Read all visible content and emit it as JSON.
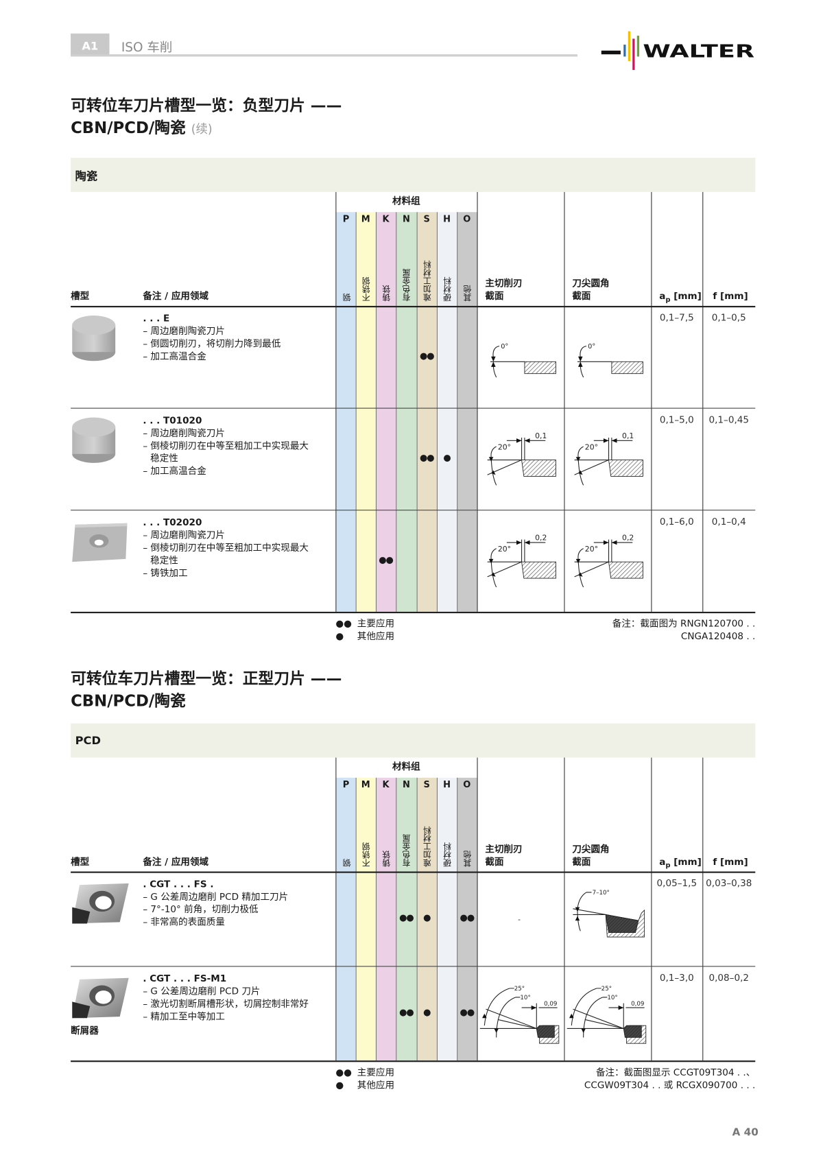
{
  "header": {
    "chapter": "A1",
    "section": "ISO 车削",
    "logo_text": "WALTER"
  },
  "page_number": "A 40",
  "material_colors": {
    "P": "#cfe3f5",
    "M": "#fdfbcc",
    "K": "#ecd0e6",
    "N": "#cfe5cf",
    "S": "#e9dfc7",
    "H": "#eef2f7",
    "O": "#c9c9c9"
  },
  "columns": {
    "group_title": "材料组",
    "geometry": "槽型",
    "remarks": "备注 / 应用领域",
    "materials": [
      {
        "letter": "P",
        "name": "钢"
      },
      {
        "letter": "M",
        "name": "不锈钢"
      },
      {
        "letter": "K",
        "name": "铸铁"
      },
      {
        "letter": "N",
        "name": "有色金属"
      },
      {
        "letter": "S",
        "name": "难加工材料"
      },
      {
        "letter": "H",
        "name": "硬材料"
      },
      {
        "letter": "O",
        "name": "其他"
      }
    ],
    "main_edge": [
      "主切削刃",
      "截面"
    ],
    "corner": [
      "刀尖圆角",
      "截面"
    ],
    "ap": "a",
    "ap_sub": "p",
    "ap_unit": " [mm]",
    "f": "f [mm]"
  },
  "legend": {
    "main_symbol": "●●",
    "main": "主要应用",
    "other_symbol": "●",
    "other": "其他应用"
  },
  "sections": [
    {
      "title_line1": "可转位车刀片槽型一览：负型刀片 ——",
      "title_line2": "CBN/PCD/陶瓷",
      "title_cont": "(续)",
      "band": "陶瓷",
      "rows": [
        {
          "code": ". . . E",
          "insert": "round",
          "lines": [
            "– 周边磨削陶瓷刀片",
            "– 倒圆切削刃，将切削力降到最低",
            "– 加工高温合金"
          ],
          "usage": {
            "S": "●●"
          },
          "main_diagram": {
            "type": "flat",
            "labels": [
              "0°"
            ]
          },
          "corner_diagram": {
            "type": "flat",
            "labels": [
              "0°"
            ]
          },
          "ap": "0,1–7,5",
          "f": "0,1–0,5"
        },
        {
          "code": ". . . T01020",
          "insert": "round",
          "lines": [
            "– 周边磨削陶瓷刀片",
            "– 倒棱切削刃在中等至粗加工中实现最大",
            "稳定性",
            "– 加工高温合金"
          ],
          "usage": {
            "S": "●●",
            "H": "●"
          },
          "main_diagram": {
            "type": "chamfer",
            "labels": [
              "20°",
              "0,1"
            ]
          },
          "corner_diagram": {
            "type": "chamfer",
            "labels": [
              "20°",
              "0,1"
            ]
          },
          "ap": "0,1–5,0",
          "f": "0,1–0,45"
        },
        {
          "code": ". . . T02020",
          "insert": "square",
          "lines": [
            "– 周边磨削陶瓷刀片",
            "– 倒棱切削刃在中等至粗加工中实现最大",
            "稳定性",
            "– 铸铁加工"
          ],
          "usage": {
            "K": "●●"
          },
          "main_diagram": {
            "type": "chamfer",
            "labels": [
              "20°",
              "0,2"
            ]
          },
          "corner_diagram": {
            "type": "chamfer",
            "labels": [
              "20°",
              "0,2"
            ]
          },
          "ap": "0,1–6,0",
          "f": "0,1–0,4"
        }
      ],
      "note": [
        "备注：截面图为 RNGN120700 . .",
        "CNGA120408 . ."
      ]
    },
    {
      "title_line1": "可转位车刀片槽型一览：正型刀片 ——",
      "title_line2": "CBN/PCD/陶瓷",
      "band": "PCD",
      "rows": [
        {
          "code": ". CGT . . . FS .",
          "insert": "pcd",
          "lines": [
            "– G 公差周边磨削 PCD 精加工刀片",
            "– 7°-10° 前角，切削力极低",
            "– 非常高的表面质量"
          ],
          "usage": {
            "N": "●●",
            "S": "●",
            "O": "●●"
          },
          "main_diagram": {
            "type": "none",
            "labels": [
              "-"
            ]
          },
          "corner_diagram": {
            "type": "rake",
            "labels": [
              "7–10°"
            ]
          },
          "ap": "0,05–1,5",
          "f": "0,03–0,38"
        },
        {
          "code": ". CGT . . . FS-M1",
          "insert": "pcd",
          "sub_label": "断屑器",
          "lines": [
            "– G 公差周边磨削 PCD 刀片",
            "– 激光切割断屑槽形状，切屑控制非常好",
            "– 精加工至中等加工"
          ],
          "usage": {
            "N": "●●",
            "S": "●",
            "O": "●●"
          },
          "main_diagram": {
            "type": "breaker",
            "labels": [
              "25°",
              "10°",
              "0,09"
            ]
          },
          "corner_diagram": {
            "type": "breaker",
            "labels": [
              "25°",
              "10°",
              "0,09"
            ]
          },
          "ap": "0,1–3,0",
          "f": "0,08–0,2"
        }
      ],
      "note": [
        "备注：截面图显示 CCGT09T304 . .、",
        "CCGW09T304 . . 或 RCGX090700 . . ."
      ]
    }
  ]
}
